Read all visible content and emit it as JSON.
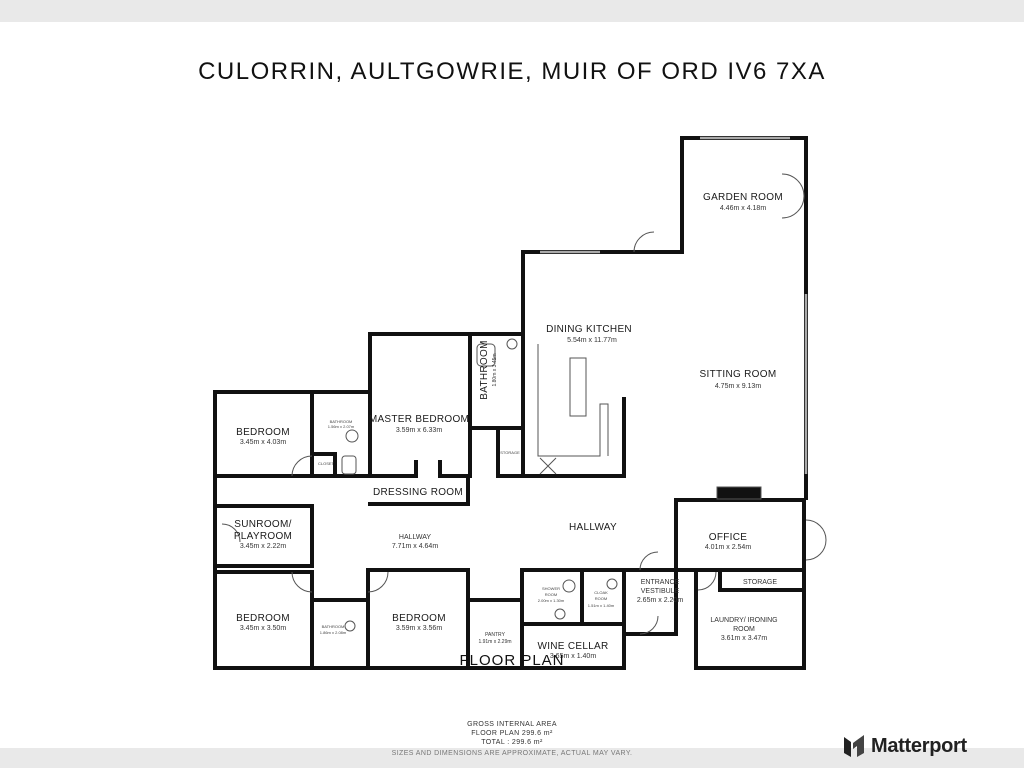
{
  "title": "CULORRIN, AULTGOWRIE, MUIR OF ORD IV6 7XA",
  "plan_label": "FLOOR PLAN",
  "rooms": {
    "garden_room": {
      "name": "GARDEN ROOM",
      "dims": "4.46m x 4.18m"
    },
    "dining_kitchen": {
      "name": "DINING KITCHEN",
      "dims": "5.54m x 11.77m"
    },
    "sitting_room": {
      "name": "SITTING ROOM",
      "dims": "4.75m x 9.13m"
    },
    "bathroom_main": {
      "name": "BATHROOM",
      "dims": "1.80m x 3.45m"
    },
    "master_bedroom": {
      "name": "MASTER BEDROOM",
      "dims": "3.59m x 6.33m"
    },
    "dressing_room": {
      "name": "DRESSING ROOM"
    },
    "bedroom_1": {
      "name": "BEDROOM",
      "dims": "3.45m x 4.03m"
    },
    "ensuite_1": {
      "name": "BATHROOM",
      "dims": "1.56m x 2.07m"
    },
    "closet": {
      "name": "CLOSET"
    },
    "storage_small": {
      "name": "STORAGE"
    },
    "sunroom": {
      "name_line1": "SUNROOM/",
      "name_line2": "PLAYROOM",
      "dims": "3.45m x 2.22m"
    },
    "hallway_left": {
      "name": "HALLWAY",
      "dims": "7.71m x 4.64m"
    },
    "hallway_right": {
      "name": "HALLWAY"
    },
    "office": {
      "name": "OFFICE",
      "dims": "4.01m x 2.54m"
    },
    "bedroom_2": {
      "name": "BEDROOM",
      "dims": "3.45m x 3.50m"
    },
    "ensuite_2": {
      "name": "BATHROOM",
      "dims": "1.86m x 2.08m"
    },
    "bedroom_3": {
      "name": "BEDROOM",
      "dims": "3.59m x 3.56m"
    },
    "pantry": {
      "name": "PANTRY",
      "dims": "1.91m x 2.29m"
    },
    "shower_room": {
      "name_line1": "SHOWER",
      "name_line2": "ROOM",
      "dims": "2.00m x 1.30m"
    },
    "cloak_room": {
      "name_line1": "CLOAK",
      "name_line2": "ROOM",
      "dims": "1.51m x 1.40m"
    },
    "wine_cellar": {
      "name": "WINE CELLAR",
      "dims": "3.65m x 1.40m"
    },
    "entrance": {
      "name_line1": "ENTRANCE",
      "name_line2": "VESTIBULE",
      "dims": "2.65m x 2.20m"
    },
    "laundry": {
      "name_line1": "LAUNDRY/ IRONING",
      "name_line2": "ROOM",
      "dims": "3.61m x 3.47m"
    },
    "storage_laundry": {
      "name": "STORAGE"
    }
  },
  "area": {
    "heading": "GROSS INTERNAL AREA",
    "floor_plan": "FLOOR PLAN 299.6 m²",
    "total": "TOTAL :  299.6 m²",
    "disclaimer": "SIZES AND DIMENSIONS ARE APPROXIMATE, ACTUAL MAY VARY."
  },
  "brand": {
    "name": "Matterport",
    "logo_icon": "matterport-logo-icon"
  },
  "colors": {
    "wall": "#111111",
    "background": "#ffffff",
    "outer_background": "#e9e9e9"
  }
}
